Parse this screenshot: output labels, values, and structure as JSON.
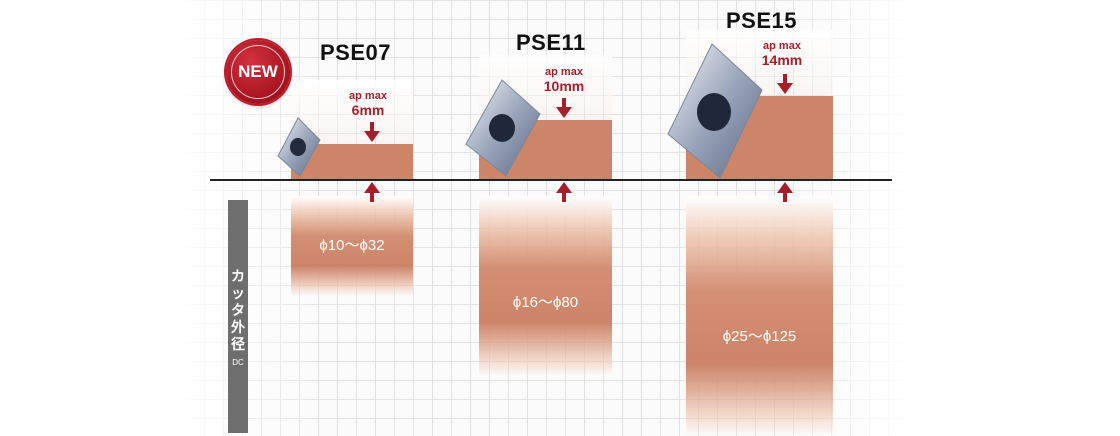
{
  "badge": {
    "label": "NEW"
  },
  "sidebar": {
    "label_jp": [
      "カ",
      "ッ",
      "タ",
      "外",
      "径"
    ],
    "label_en": "DC"
  },
  "products": [
    {
      "name": "PSE07",
      "ap_label": "ap max",
      "ap_value": "6mm",
      "diameter": "ϕ10～ϕ32"
    },
    {
      "name": "PSE11",
      "ap_label": "ap max",
      "ap_value": "10mm",
      "diameter": "ϕ16～ϕ80"
    },
    {
      "name": "PSE15",
      "ap_label": "ap max",
      "ap_value": "14mm",
      "diameter": "ϕ25～ϕ125"
    }
  ],
  "colors": {
    "accent": "#a61e2c",
    "cut": "#cc8569",
    "badge": "#c01b2a",
    "sidebar": "#6e6e6e"
  }
}
